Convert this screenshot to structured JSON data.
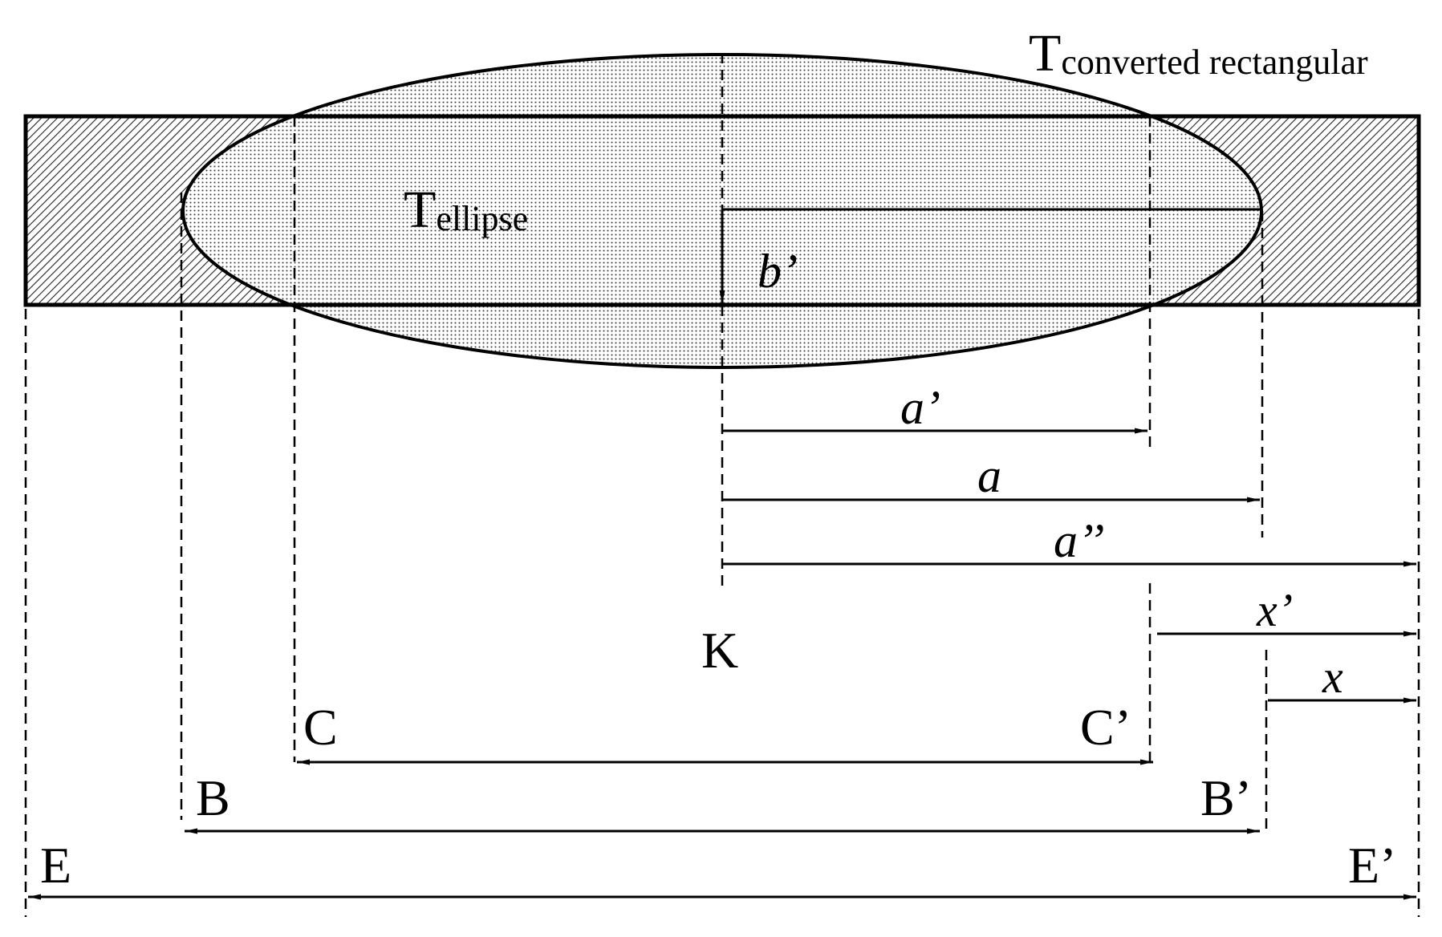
{
  "labels": {
    "t_main": "T",
    "t_rect_sub": "converted rectangular",
    "t_ell_sub": "ellipse",
    "b_prime": "b’",
    "a_prime": "a’",
    "a": "a",
    "a_dprime": "a’’",
    "x_prime": "x’",
    "x": "x",
    "k": "K",
    "c": "C",
    "c_prime": "C’",
    "b": "B",
    "b_prime_point": "B’",
    "e": "E",
    "e_prime": "E’"
  }
}
